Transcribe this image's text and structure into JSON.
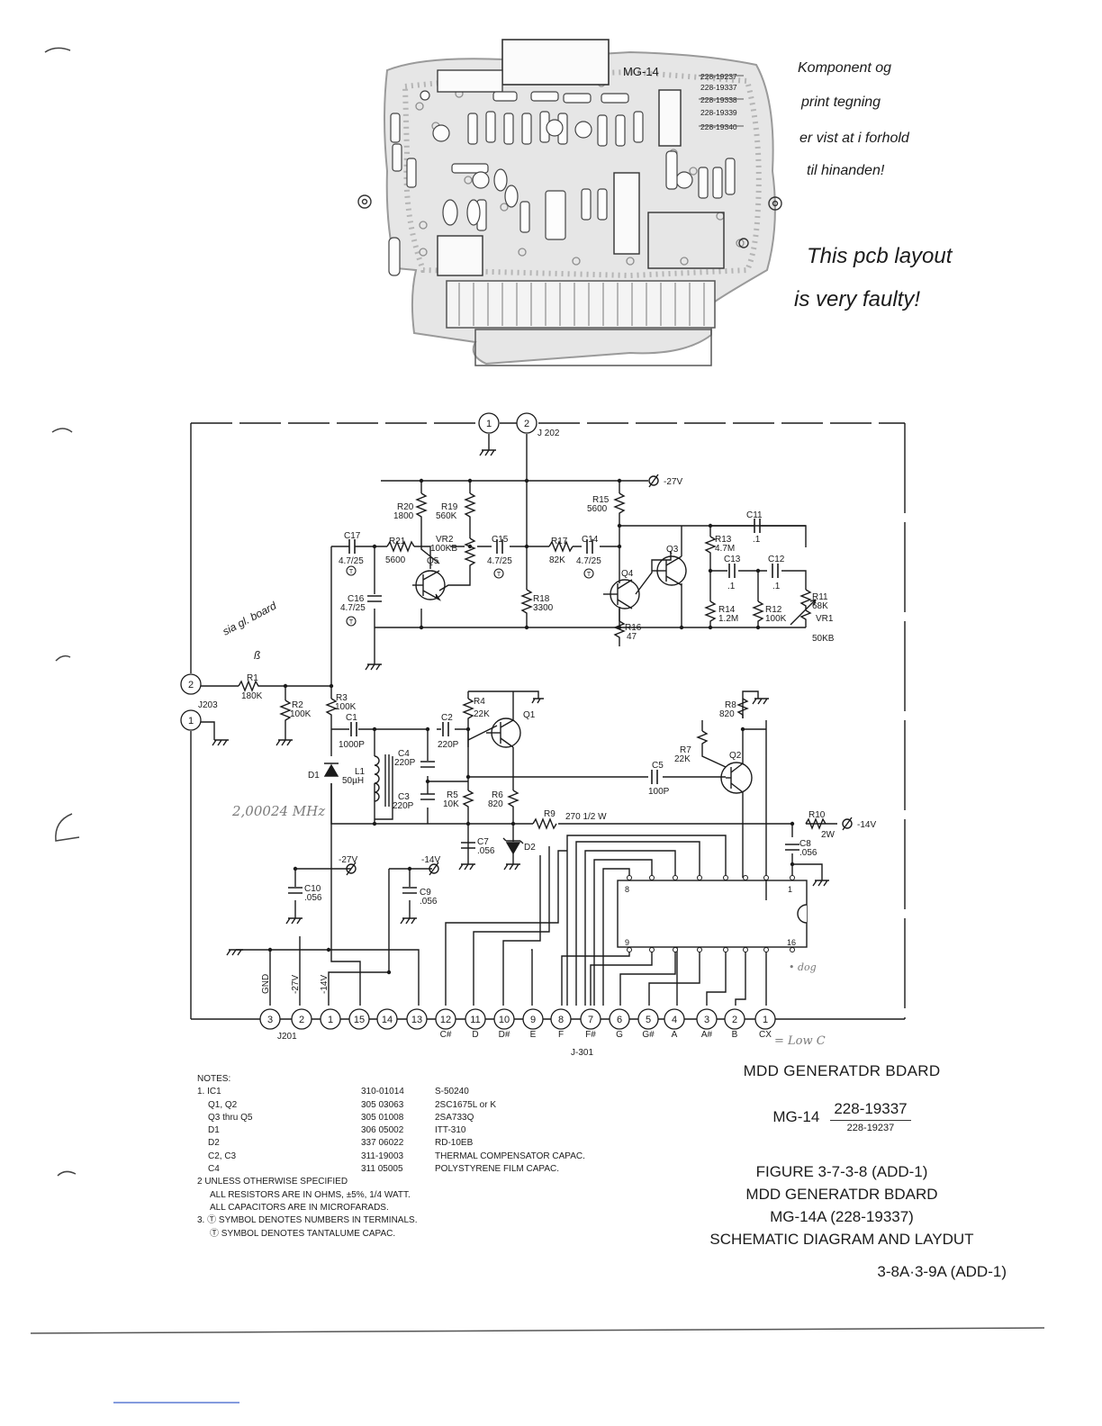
{
  "handwritten": {
    "note_danish": [
      "Komponent og",
      "print tegning",
      "er vist at i forhold",
      "til hinanden!"
    ],
    "note_english": [
      "This pcb layout",
      "is very faulty!"
    ],
    "freq_note": "2,00024 MHz",
    "dot_note": "• dog",
    "low_note": "= Low C",
    "side_scribble": [
      "sia gl. board",
      "ß"
    ]
  },
  "pcb": {
    "board_label": "MG-14",
    "part_numbers": [
      "228-19237",
      "228-19337",
      "228-19338",
      "228-19339",
      "228-19340"
    ]
  },
  "connectors": {
    "j202": "J 202",
    "j203": "J203",
    "j201": "J201",
    "j301": "J-301"
  },
  "rails": {
    "m27_top": "-27V",
    "m14_right": "-14V",
    "m27_mid": "-27V",
    "m14_mid": "-14V"
  },
  "components": [
    {
      "id": "r20",
      "ref": "R20",
      "value": "1800"
    },
    {
      "id": "r19",
      "ref": "R19",
      "value": "560K"
    },
    {
      "id": "r15",
      "ref": "R15",
      "value": "5600"
    },
    {
      "id": "r21",
      "ref": "R21",
      "value": "5600"
    },
    {
      "id": "vr2",
      "ref": "VR2",
      "value": "100KB"
    },
    {
      "id": "r17",
      "ref": "R17",
      "value": "82K"
    },
    {
      "id": "r13",
      "ref": "R13",
      "value": "4.7M"
    },
    {
      "id": "r18",
      "ref": "R18",
      "value": "3300"
    },
    {
      "id": "r16",
      "ref": "R16",
      "value": "47"
    },
    {
      "id": "r14",
      "ref": "R14",
      "value": "1.2M"
    },
    {
      "id": "r12",
      "ref": "R12",
      "value": "100K"
    },
    {
      "id": "r11",
      "ref": "R11",
      "value": "68K"
    },
    {
      "id": "vr1",
      "ref": "VR1",
      "value": "50KB"
    },
    {
      "id": "r1",
      "ref": "R1",
      "value": "180K"
    },
    {
      "id": "r2",
      "ref": "R2",
      "value": "100K"
    },
    {
      "id": "r3",
      "ref": "R3",
      "value": "100K"
    },
    {
      "id": "r4",
      "ref": "R4",
      "value": "22K"
    },
    {
      "id": "r8",
      "ref": "R8",
      "value": "820"
    },
    {
      "id": "r7",
      "ref": "R7",
      "value": "22K"
    },
    {
      "id": "r5",
      "ref": "R5",
      "value": "10K"
    },
    {
      "id": "r6",
      "ref": "R6",
      "value": "820"
    },
    {
      "id": "r9",
      "ref": "R9",
      "value": "270 1/2 W"
    },
    {
      "id": "r10",
      "ref": "R10",
      "value": "2W"
    },
    {
      "id": "c17",
      "ref": "C17",
      "value": "4.7/25"
    },
    {
      "id": "c15",
      "ref": "C15",
      "value": "4.7/25"
    },
    {
      "id": "c14",
      "ref": "C14",
      "value": "4.7/25"
    },
    {
      "id": "c16",
      "ref": "C16",
      "value": "4.7/25"
    },
    {
      "id": "c11",
      "ref": "C11",
      "value": ".1"
    },
    {
      "id": "c13",
      "ref": "C13",
      "value": ".1"
    },
    {
      "id": "c12",
      "ref": "C12",
      "value": ".1"
    },
    {
      "id": "c1",
      "ref": "C1",
      "value": "1000P"
    },
    {
      "id": "c2",
      "ref": "C2",
      "value": "220P"
    },
    {
      "id": "c4",
      "ref": "C4",
      "value": "220P"
    },
    {
      "id": "c3",
      "ref": "C3",
      "value": "220P"
    },
    {
      "id": "c5",
      "ref": "C5",
      "value": "100P"
    },
    {
      "id": "c7",
      "ref": "C7",
      "value": ".056"
    },
    {
      "id": "c8",
      "ref": "C8",
      "value": ".056"
    },
    {
      "id": "c9",
      "ref": "C9",
      "value": ".056"
    },
    {
      "id": "c10",
      "ref": "C10",
      "value": ".056"
    },
    {
      "id": "l1",
      "ref": "L1",
      "value": "50µH"
    },
    {
      "id": "d1",
      "ref": "D1",
      "value": ""
    },
    {
      "id": "d2",
      "ref": "D2",
      "value": ""
    },
    {
      "id": "q1",
      "ref": "Q1",
      "value": ""
    },
    {
      "id": "q2",
      "ref": "Q2",
      "value": ""
    },
    {
      "id": "q3",
      "ref": "Q3",
      "value": ""
    },
    {
      "id": "q4",
      "ref": "Q4",
      "value": ""
    },
    {
      "id": "q5",
      "ref": "Q5",
      "value": ""
    },
    {
      "id": "ic1",
      "ref": "IC1",
      "value": ""
    }
  ],
  "ic_pins": {
    "p8": "8",
    "p1": "1",
    "p9": "9",
    "p16": "16"
  },
  "terminals": [
    {
      "n": "3",
      "label": "GND"
    },
    {
      "n": "2",
      "label": "-27V"
    },
    {
      "n": "1",
      "label": "-14V"
    },
    {
      "n": "15",
      "label": ""
    },
    {
      "n": "14",
      "label": ""
    },
    {
      "n": "13",
      "label": ""
    },
    {
      "n": "12",
      "label": "C#"
    },
    {
      "n": "11",
      "label": "D"
    },
    {
      "n": "10",
      "label": "D#"
    },
    {
      "n": "9",
      "label": "E"
    },
    {
      "n": "8",
      "label": "F"
    },
    {
      "n": "7",
      "label": "F#"
    },
    {
      "n": "6",
      "label": "G"
    },
    {
      "n": "5",
      "label": "G#"
    },
    {
      "n": "4",
      "label": "A"
    },
    {
      "n": "3",
      "label": "A#"
    },
    {
      "n": "2",
      "label": "B"
    },
    {
      "n": "1",
      "label": "CX"
    }
  ],
  "top_terminals": [
    "1",
    "2"
  ],
  "left_terminals": [
    "2",
    "1"
  ],
  "notes": {
    "heading": "NOTES:",
    "parts_intro": "1. IC1",
    "parts": [
      {
        "name": "",
        "pn": "310-01014",
        "desc": "S-50240"
      },
      {
        "name": "Q1, Q2",
        "pn": "305 03063",
        "desc": "2SC1675L or K"
      },
      {
        "name": "Q3 thru Q5",
        "pn": "305 01008",
        "desc": "2SA733Q"
      },
      {
        "name": "D1",
        "pn": "306 05002",
        "desc": "ITT-310"
      },
      {
        "name": "D2",
        "pn": "337 06022",
        "desc": "RD-10EB"
      },
      {
        "name": "C2, C3",
        "pn": "311-19003",
        "desc": "THERMAL COMPENSATOR CAPAC."
      },
      {
        "name": "C4",
        "pn": "311 05005",
        "desc": "POLYSTYRENE FILM CAPAC."
      }
    ],
    "note2": "2  UNLESS OTHERWISE SPECIFIED",
    "note2a": "ALL RESISTORS ARE IN OHMS, ±5%, 1/4 WATT.",
    "note2b": "ALL CAPACITORS ARE IN MICROFARADS.",
    "note3": "3.  Ⓣ SYMBOL DENOTES NUMBERS IN TERMINALS.",
    "note3b": "Ⓣ SYMBOL DENOTES TANTALUME CAPAC."
  },
  "title": {
    "board_name": "MDD GENERATDR BDARD",
    "model": "MG-14",
    "pn_main": "228-19337",
    "pn_alt": "228-19237",
    "figure_line1": "FIGURE 3-7-3-8 (ADD-1)",
    "figure_line2": "MDD GENERATDR BDARD",
    "figure_line3": "MG-14A (228-19337)",
    "figure_line4": "SCHEMATIC DIAGRAM AND LAYDUT",
    "page": "3-8A·3-9A (ADD-1)"
  }
}
